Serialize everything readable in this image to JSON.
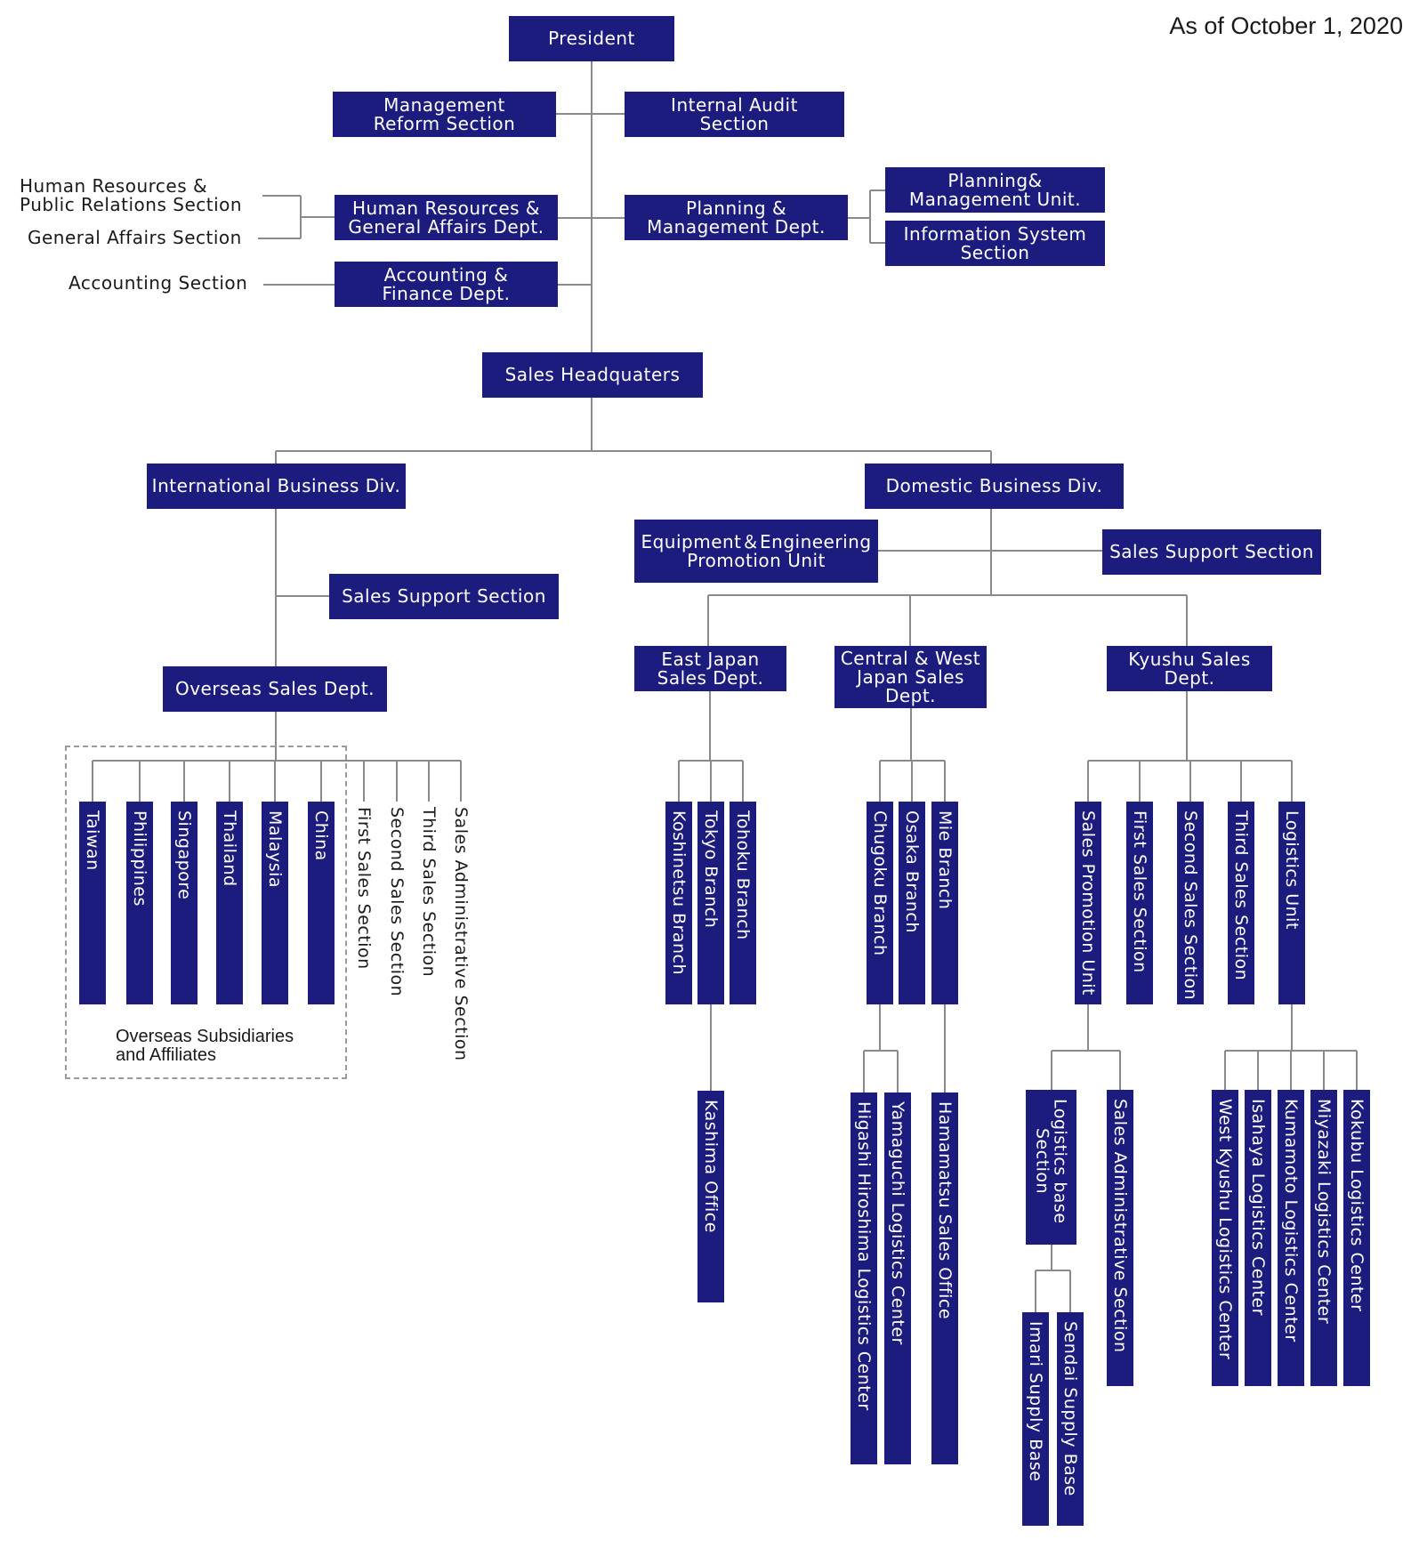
{
  "header": {
    "as_of": "As of  October 1, 2020"
  },
  "colors": {
    "box_fill": "#1c1c7e",
    "box_text": "#ffffff",
    "line": "#8a8a8a",
    "label_text": "#1a1a1a"
  },
  "overseas_group_caption": "Overseas Subsidiaries\nand Affiliates",
  "units": {
    "president": "President",
    "management_reform": "Management\nReform Section",
    "internal_audit": "Internal Audit\nSection",
    "hr_ga_dept": "Human Resources &\nGeneral Affairs Dept.",
    "planning_mgmt_dept": "Planning &\nManagement Dept.",
    "planning_mgmt_unit": "Planning&\nManagement Unit.",
    "info_system_section": "Information System\nSection",
    "accounting_finance_dept": "Accounting &\nFinance Dept.",
    "sales_hq": "Sales Headquaters",
    "intl_business_div": "International Business Div.",
    "domestic_business_div": "Domestic Business Div.",
    "intl_sales_support": "Sales Support Section",
    "equipment_engineering_unit": "Equipment＆Engineering\nPromotion Unit",
    "domestic_sales_support": "Sales Support Section",
    "overseas_sales_dept": "Overseas Sales Dept.",
    "east_japan_sales_dept": "East Japan\nSales Dept.",
    "central_west_japan_sales_dept": "Central & West\nJapan Sales\nDept.",
    "kyushu_sales_dept": "Kyushu Sales\nDept.",
    "taiwan": "Taiwan",
    "philippines": "Philippines",
    "singapore": "Singapore",
    "thailand": "Thailand",
    "malaysia": "Malaysia",
    "china": "China",
    "koshinetsu_branch": "Koshinetsu Branch",
    "tokyo_branch": "Tokyo Branch",
    "tohoku_branch": "Tohoku Branch",
    "kashima_office": "Kashima Office",
    "chugoku_branch": "Chugoku Branch",
    "osaka_branch": "Osaka Branch",
    "mie_branch": "Mie Branch",
    "higashi_hiroshima_lc": "Higashi Hiroshima Logistics Center",
    "yamaguchi_lc": "Yamaguchi Logistics Center",
    "hamamatsu_sales_office": "Hamamatsu Sales Office",
    "sales_promotion_unit": "Sales Promotion Unit",
    "kyushu_first_sales": "First Sales Section",
    "kyushu_second_sales": "Second Sales Section",
    "kyushu_third_sales": "Third Sales Section",
    "logistics_unit": "Logistics Unit",
    "logistics_base_section": "Logistics base\nSection",
    "kyushu_sales_admin": "Sales Administrative Section",
    "imari_supply_base": "Imari Supply Base",
    "sendai_supply_base": "Sendai Supply Base",
    "west_kyushu_lc": "West Kyushu Logistics Center",
    "isahaya_lc": "Isahaya Logistics Center",
    "kumamoto_lc": "Kumamoto Logistics Center",
    "miyazaki_lc": "Miyazaki Logistics Center",
    "kokubu_lc": "Kokubu Logistics Center"
  },
  "labels": {
    "hr_pr_section": "Human Resources &\nPublic Relations Section",
    "general_affairs_section": "General Affairs Section",
    "accounting_section": "Accounting Section",
    "intl_first_sales": "First Sales Section",
    "intl_second_sales": "Second Sales Section",
    "intl_third_sales": "Third Sales Section",
    "intl_sales_admin": "Sales Administrative Section"
  }
}
